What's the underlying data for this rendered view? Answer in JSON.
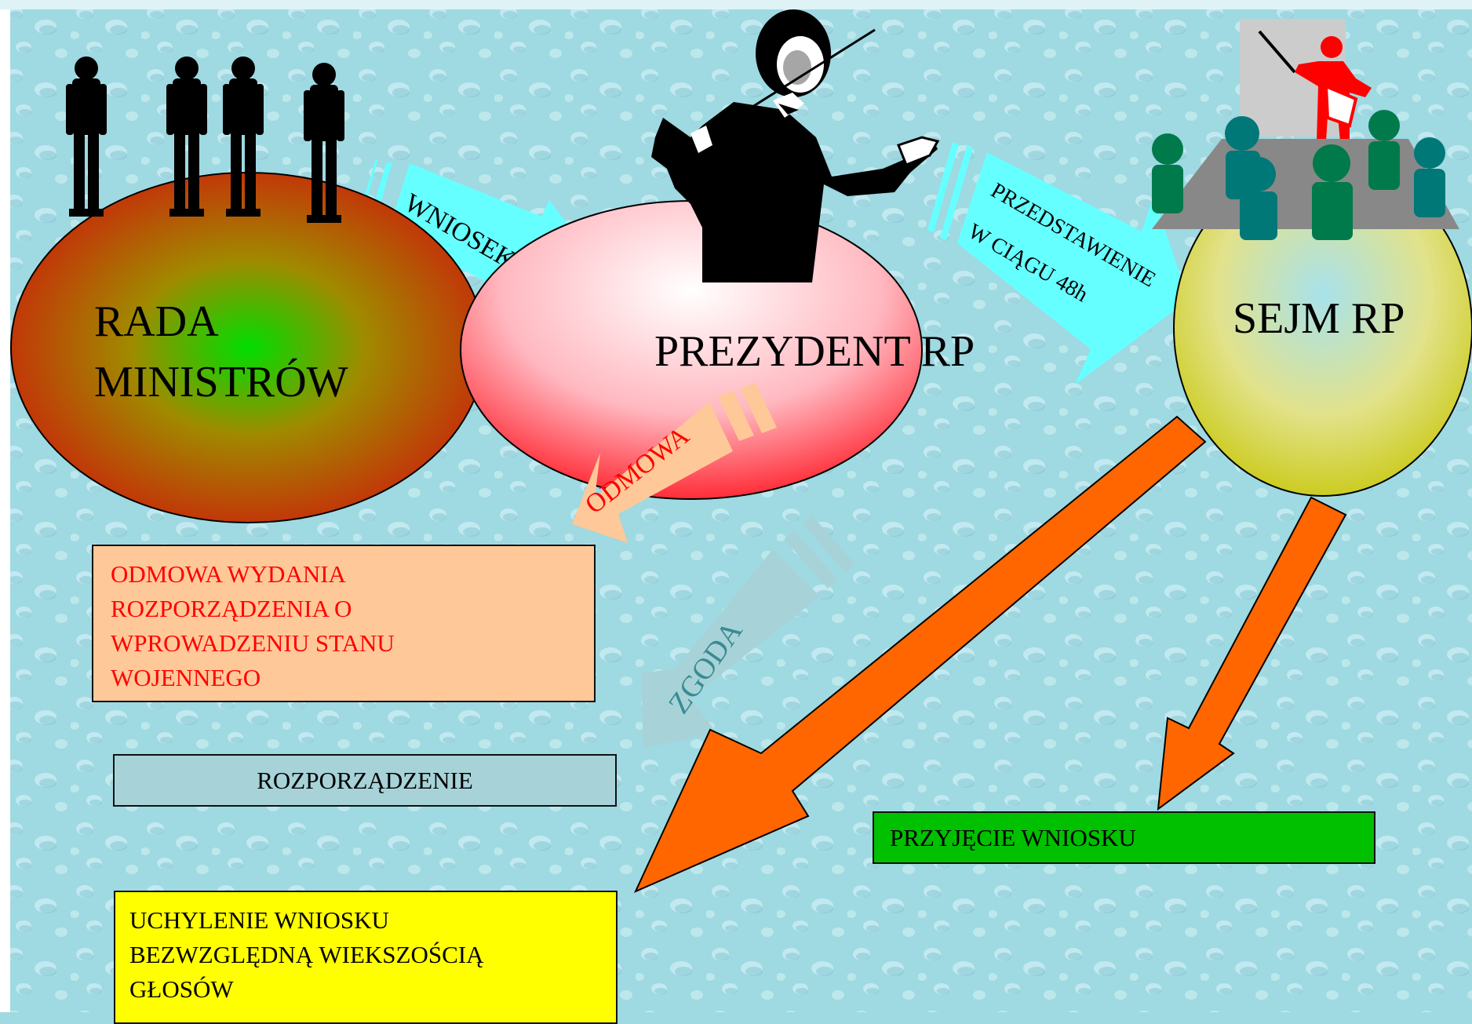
{
  "nodes": {
    "rada": {
      "line1": "RADA",
      "line2": "MINISTRÓW"
    },
    "prezydent": {
      "label": "PREZYDENT RP"
    },
    "sejm": {
      "label": "SEJM RP"
    }
  },
  "arrows": {
    "wniosek": "WNIOSEK",
    "przedstawienie": {
      "line1": "PRZEDSTAWIENIE",
      "line2": "W CIĄGU 48h"
    },
    "odmowa": "ODMOWA",
    "zgoda": "ZGODA"
  },
  "boxes": {
    "refusal": {
      "lines": [
        "ODMOWA WYDANIA",
        "ROZPORZĄDZENIA O",
        "WPROWADZENIU STANU",
        "WOJENNEGO"
      ]
    },
    "regulation": "ROZPORZĄDZENIE",
    "accept": "PRZYJĘCIE WNIOSKU",
    "reject": {
      "lines": [
        "UCHYLENIE WNIOSKU",
        "BEZWZGLĘDNĄ WIEKSZOŚCIĄ",
        "GŁOSÓW"
      ]
    }
  },
  "colors": {
    "background": "#9fd9e2",
    "wniosek_arrow": "#66ffff",
    "odmowa_arrow": "#ffc898",
    "zgoda_arrow": "#a7d3d8",
    "orange_arrows": "#ff6600",
    "refusal_text": "#ff0000"
  }
}
